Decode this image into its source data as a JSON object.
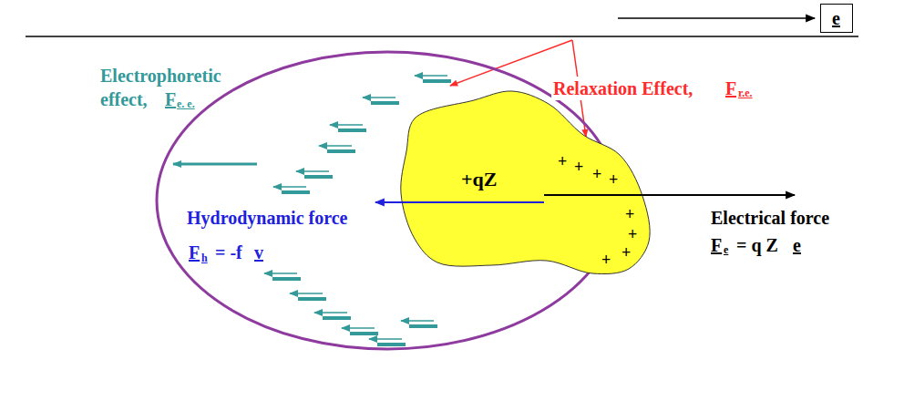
{
  "diagram": {
    "nodes": [
      {
        "text": [
          "e"
        ]
      },
      {
        "text": [
          "Hydrodynamic force",
          "F",
          "h",
          "= -f",
          "v"
        ]
      },
      {
        "text": [
          "+qZ",
          "+",
          "+",
          "+",
          "+",
          "+",
          "+",
          "+",
          "+"
        ],
        "in": 1
      }
    ],
    "labels": [
      "Electrophoretic effect,",
      "F",
      "e. e.",
      "Relaxation Effect,",
      "F",
      "r.e.",
      "Electrical force",
      "F",
      "e",
      "= q Z",
      "e"
    ]
  }
}
